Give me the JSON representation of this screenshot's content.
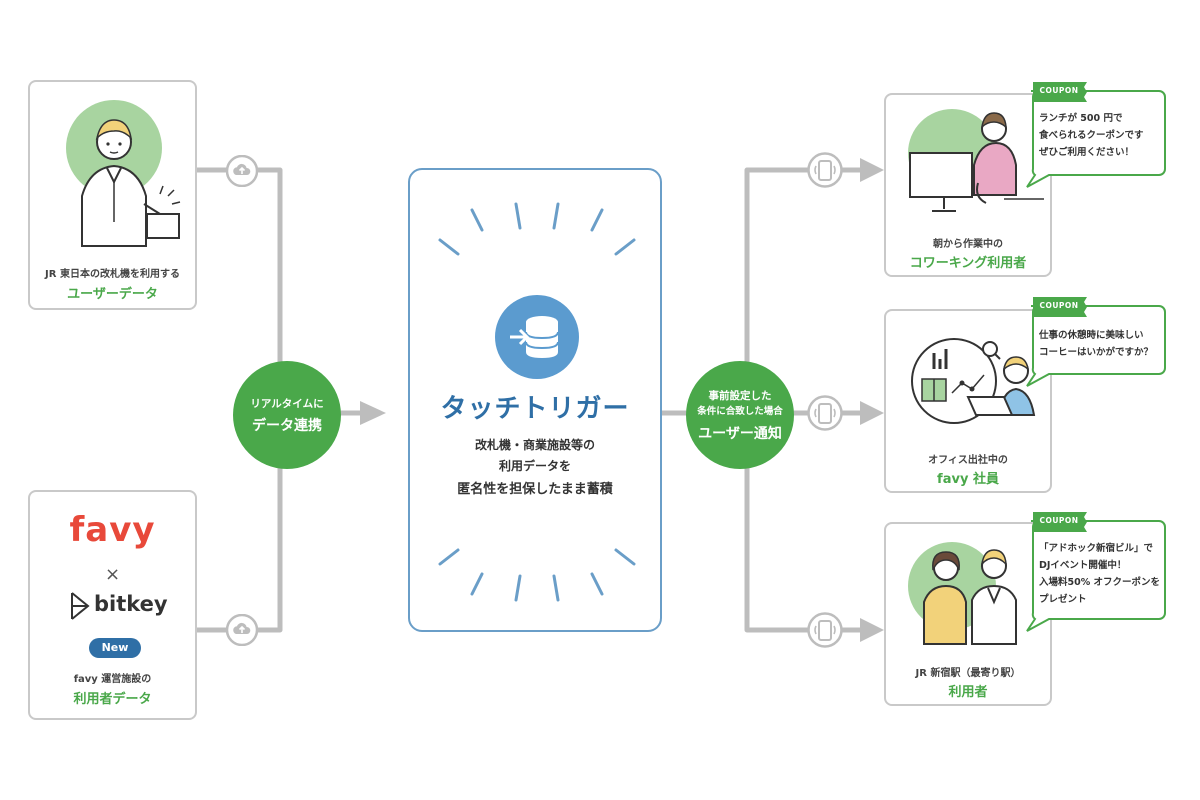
{
  "sources": [
    {
      "caption": "JR 東日本の改札機を利用する",
      "title": "ユーザーデータ"
    },
    {
      "logo_favy": "favy",
      "cross": "×",
      "logo_bitkey": "bitkey",
      "badge": "New",
      "caption": "favy 運営施設の",
      "title": "利用者データ"
    }
  ],
  "link_circle": {
    "small": "リアルタイムに",
    "big": "データ連携"
  },
  "hub": {
    "title": "タッチトリガー",
    "lines": [
      "改札機・商業施設等の",
      "利用データを",
      "匿名性を担保したまま蓄積"
    ]
  },
  "notify_circle": {
    "lines": [
      "事前設定した",
      "条件に合致した場合"
    ],
    "big": "ユーザー通知"
  },
  "targets": [
    {
      "caption": "朝から作業中の",
      "title": "コワーキング利用者",
      "coupon_label": "COUPON",
      "coupon_lines": [
        "ランチが 500 円で",
        "食べられるクーポンです",
        "ぜひご利用ください！"
      ]
    },
    {
      "caption": "オフィス出社中の",
      "title": "favy 社員",
      "coupon_label": "COUPON",
      "coupon_lines": [
        "仕事の休憩時に美味しい",
        "コーヒーはいかがですか？"
      ]
    },
    {
      "caption": "JR 新宿駅（最寄り駅）",
      "title": "利用者",
      "coupon_label": "COUPON",
      "coupon_lines": [
        "「アドホック新宿ビル」で",
        "DJイベント開催中！",
        "入場料50% オフクーポンを",
        "プレゼント"
      ]
    }
  ],
  "colors": {
    "green": "#4aa84a",
    "light_green": "#a8d4a0",
    "blue": "#2f6fa6",
    "hub_border": "#6a9ec8",
    "line_gray": "#bdbdbd"
  }
}
